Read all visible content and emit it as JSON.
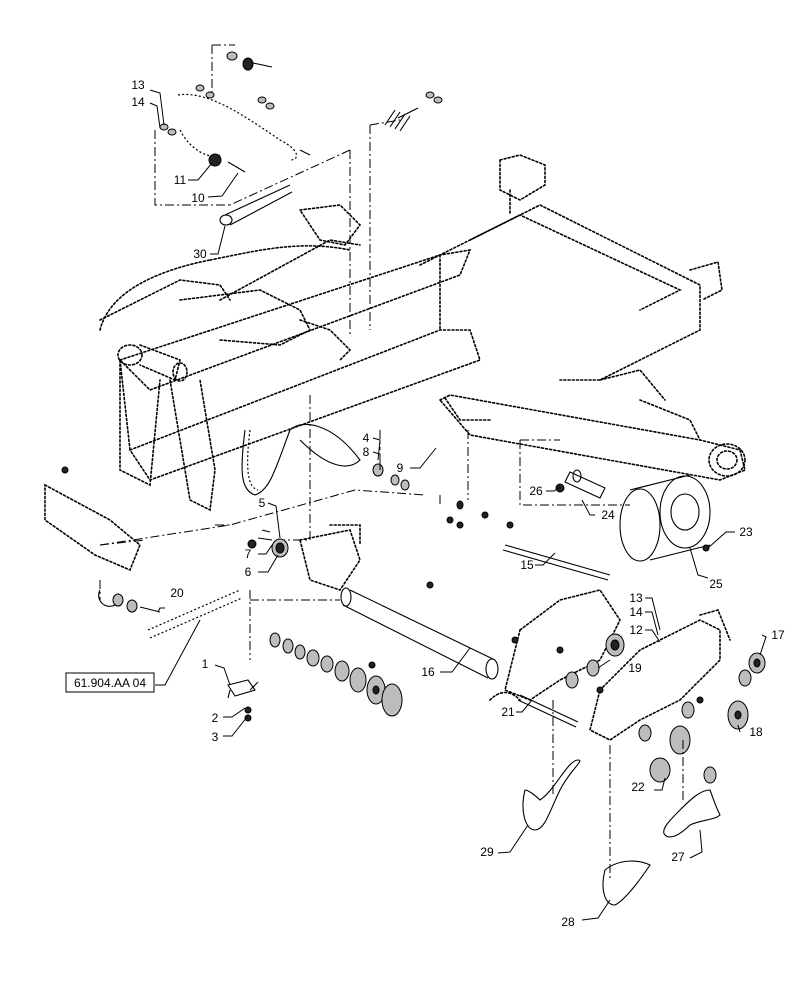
{
  "diagram": {
    "reference_label": "61.904.AA 04",
    "callouts": [
      {
        "id": "c1",
        "text": "1"
      },
      {
        "id": "c2",
        "text": "2"
      },
      {
        "id": "c3",
        "text": "3"
      },
      {
        "id": "c4",
        "text": "4"
      },
      {
        "id": "c5",
        "text": "5"
      },
      {
        "id": "c6",
        "text": "6"
      },
      {
        "id": "c7",
        "text": "7"
      },
      {
        "id": "c8",
        "text": "8"
      },
      {
        "id": "c9",
        "text": "9"
      },
      {
        "id": "c10",
        "text": "10"
      },
      {
        "id": "c11",
        "text": "11"
      },
      {
        "id": "c12",
        "text": "12"
      },
      {
        "id": "c13a",
        "text": "13"
      },
      {
        "id": "c13b",
        "text": "13"
      },
      {
        "id": "c14a",
        "text": "14"
      },
      {
        "id": "c14b",
        "text": "14"
      },
      {
        "id": "c15",
        "text": "15"
      },
      {
        "id": "c16",
        "text": "16"
      },
      {
        "id": "c17",
        "text": "17"
      },
      {
        "id": "c18",
        "text": "18"
      },
      {
        "id": "c19",
        "text": "19"
      },
      {
        "id": "c20",
        "text": "20"
      },
      {
        "id": "c21",
        "text": "21"
      },
      {
        "id": "c22",
        "text": "22"
      },
      {
        "id": "c23",
        "text": "23"
      },
      {
        "id": "c24",
        "text": "24"
      },
      {
        "id": "c25",
        "text": "25"
      },
      {
        "id": "c26",
        "text": "26"
      },
      {
        "id": "c27",
        "text": "27"
      },
      {
        "id": "c28",
        "text": "28"
      },
      {
        "id": "c29",
        "text": "29"
      },
      {
        "id": "c30",
        "text": "30"
      }
    ]
  }
}
